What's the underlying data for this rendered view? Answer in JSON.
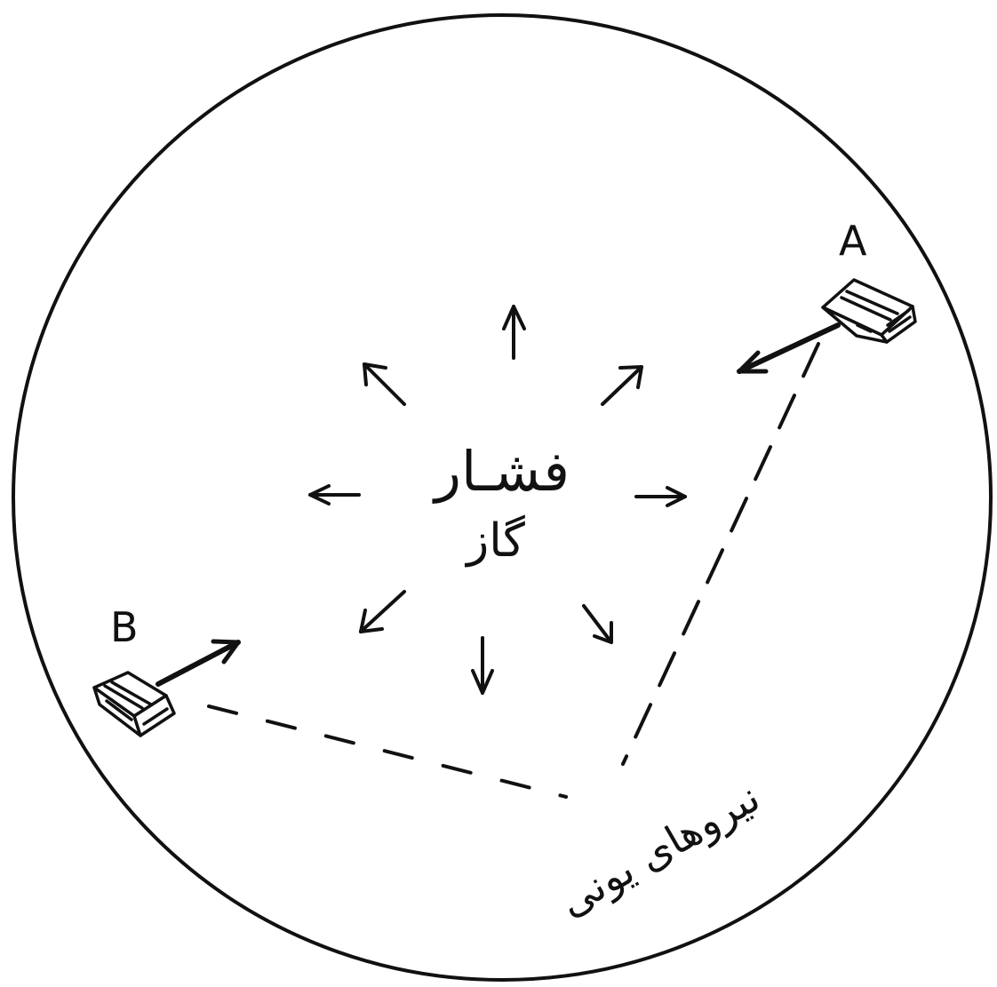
{
  "diagram": {
    "center_label_line1": "فشـار",
    "center_label_line2": "گاز",
    "label_a": "A",
    "label_b": "B",
    "forces_label": "نیروهای یونی"
  },
  "colors": {
    "ink": "#111111",
    "background": "#ffffff"
  },
  "icons": {
    "body_a": "block-icon",
    "body_b": "block-icon"
  }
}
